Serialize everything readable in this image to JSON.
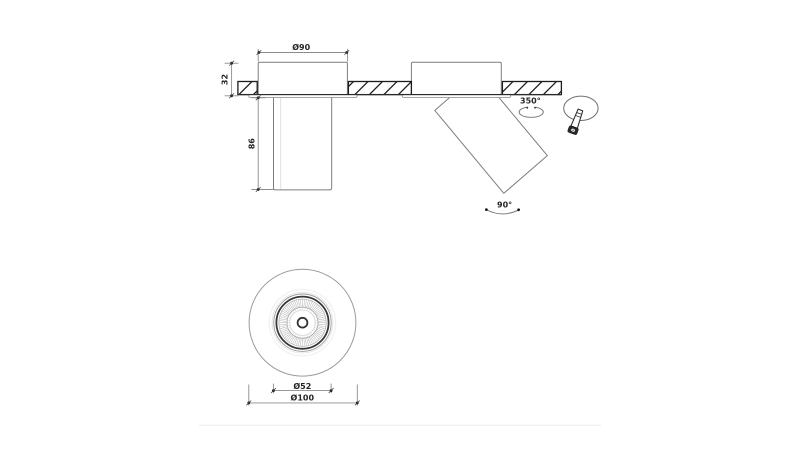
{
  "drawing": {
    "title": "ceiling spotlight technical dimension drawing",
    "views": {
      "side_view": "surface-mounted spotlight pair through ceiling, one head straight, one head tilted",
      "bottom_view": "circular lamp face with LED reflector"
    },
    "labels": {
      "dia90": "Ø90",
      "depth32": "32",
      "height86": "86",
      "rot350": "350°",
      "tilt90": "90°",
      "dia52": "Ø52",
      "dia100": "Ø100"
    },
    "icons": [
      "rotation-arrow-icon",
      "tilt-arc-icon",
      "adjustable-spot-icon"
    ],
    "colors": {
      "background": "#ffffff",
      "outline_dark": "#1c1c1c",
      "outline_gray": "#7d7d7d",
      "dim_line": "#8c8c8c",
      "text": "#262626",
      "faint": "#ececec"
    }
  }
}
